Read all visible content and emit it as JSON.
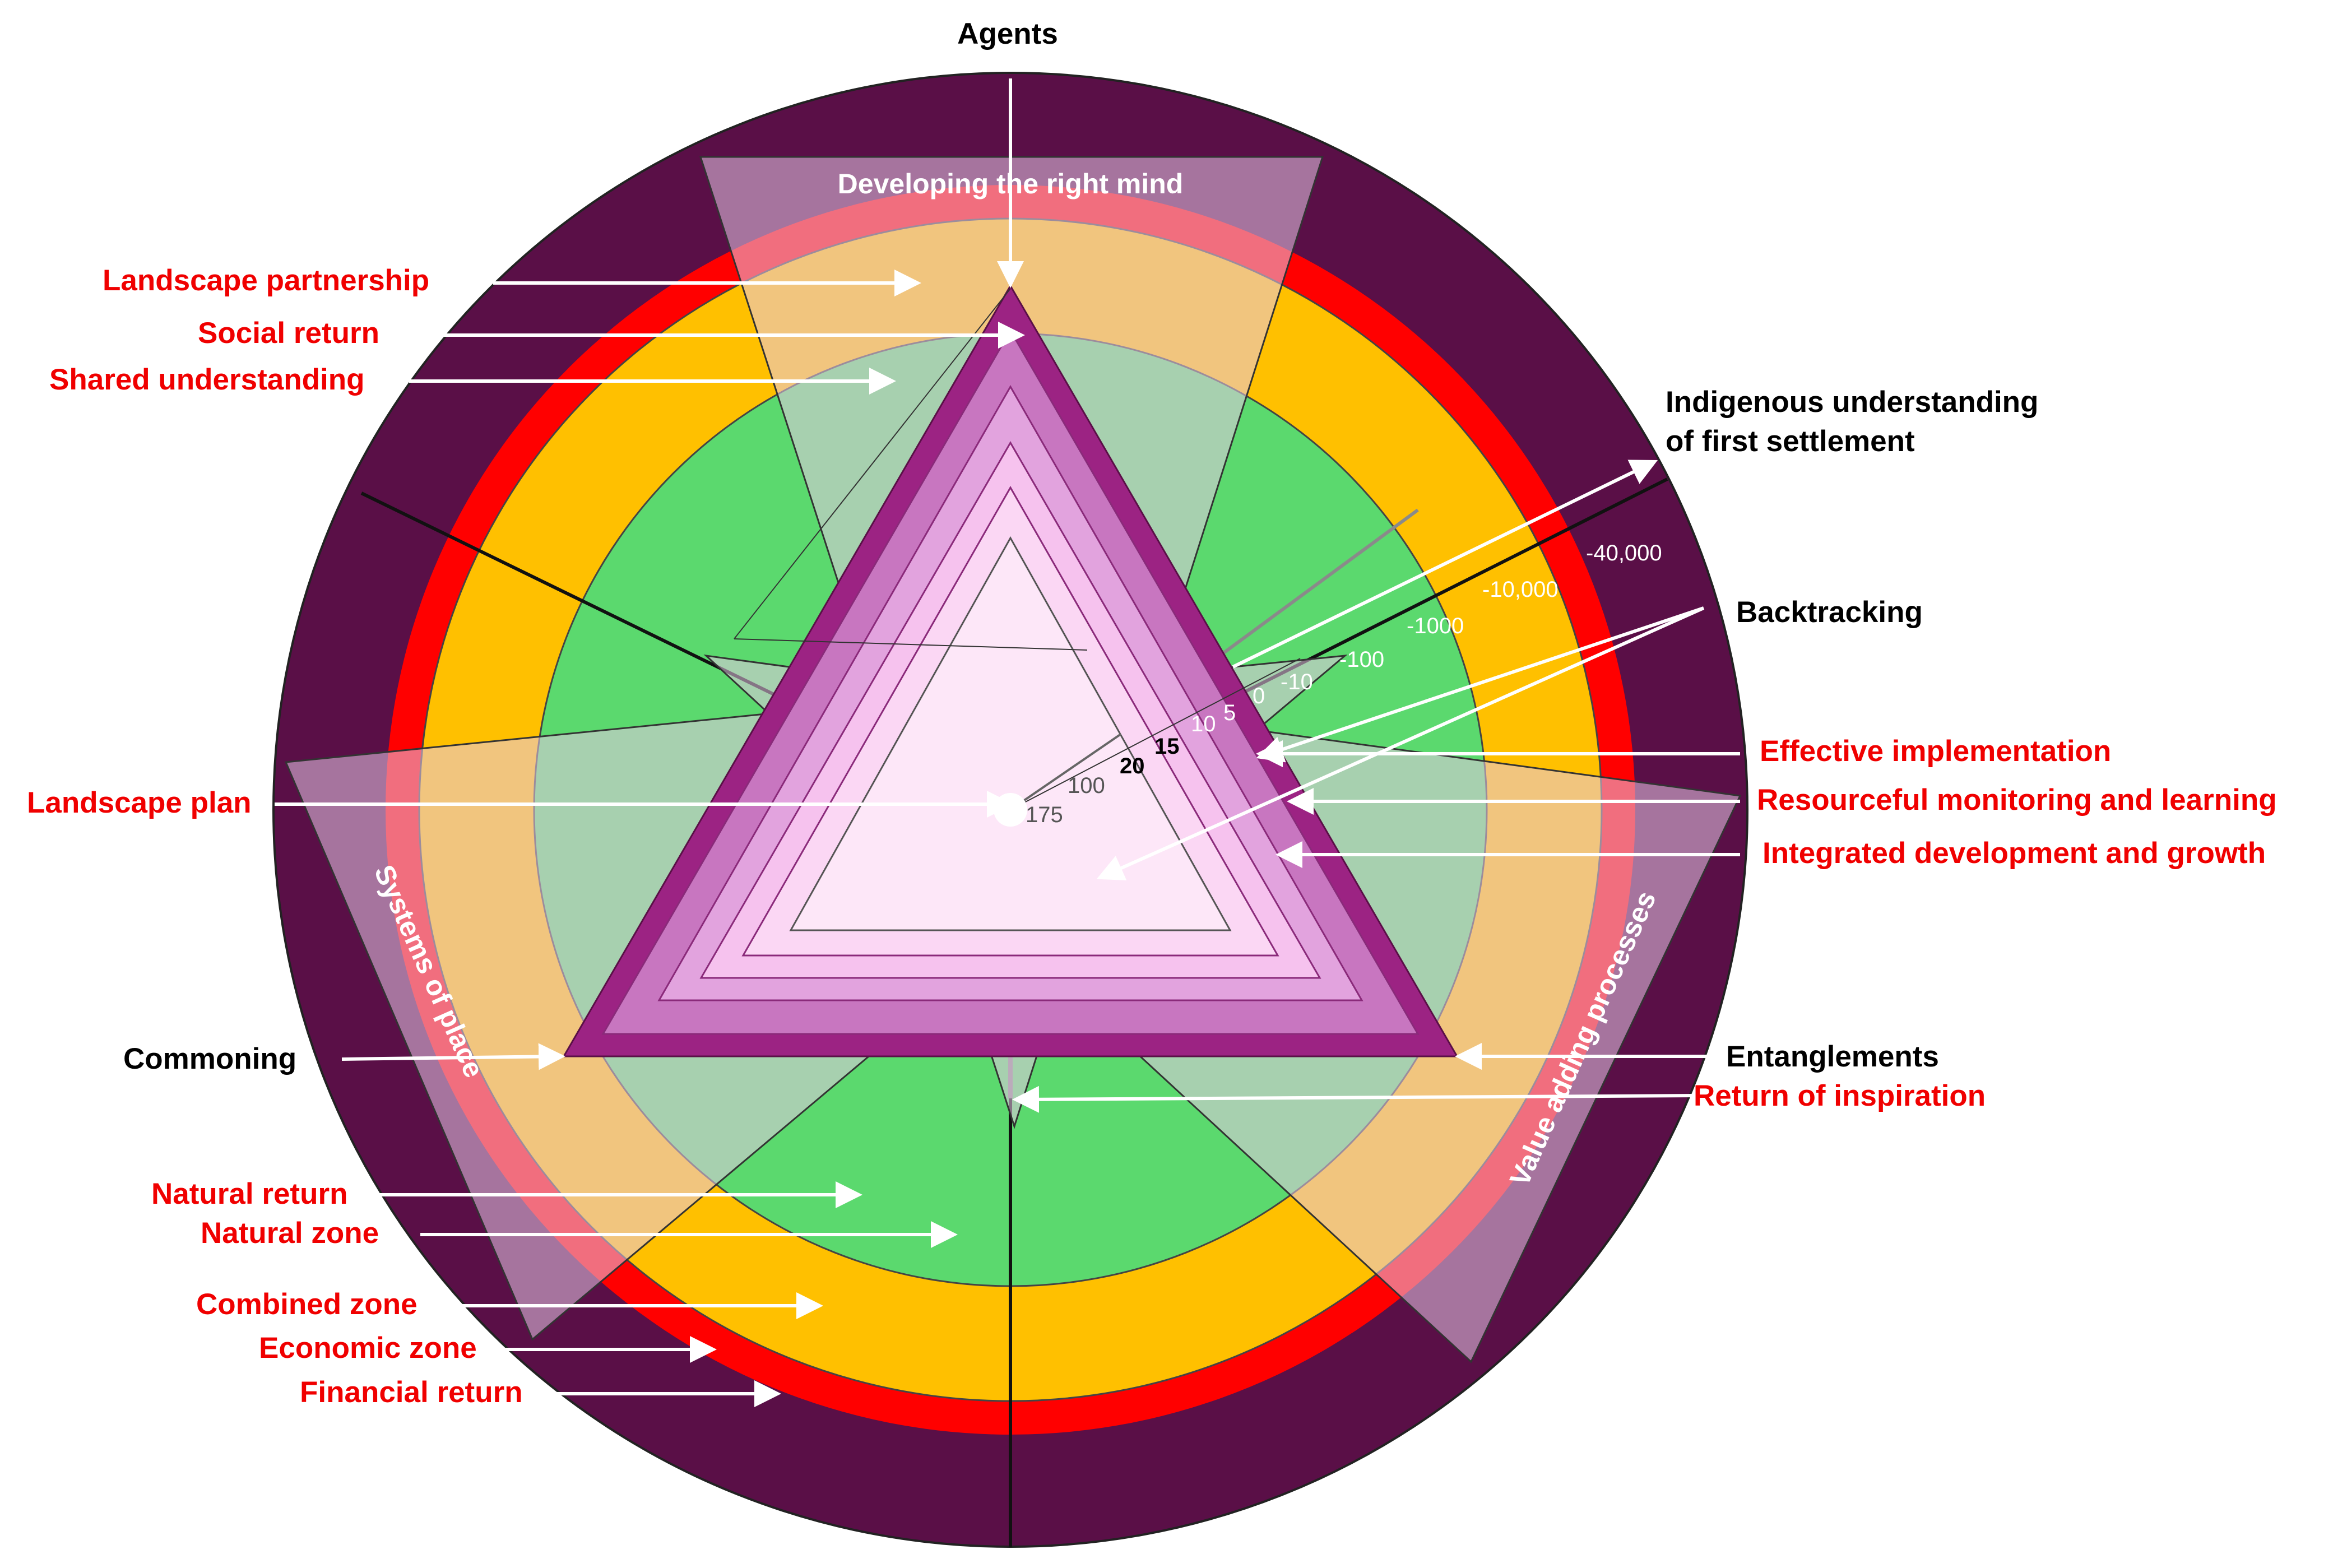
{
  "colors": {
    "outer_ring": "#5a0f47",
    "financial_ring": "#ff0000",
    "economic_ring": "#ffc000",
    "combined_zone": "#ffc000",
    "natural_zone": "#5bd96e",
    "overlay_triangle": "#d7b8d8",
    "arrow": "#ffffff",
    "red_label": "#f00000",
    "black_label": "#000000"
  },
  "black_labels": {
    "agents": "Agents",
    "indigenous_line1": "Indigenous understanding",
    "indigenous_line2": "of first settlement",
    "backtracking": "Backtracking",
    "commoning": "Commoning",
    "entanglements": "Entanglements"
  },
  "red_labels": {
    "landscape_partnership": "Landscape partnership",
    "social_return": "Social return",
    "shared_understanding": "Shared understanding",
    "landscape_plan": "Landscape plan",
    "natural_return": "Natural return",
    "natural_zone": "Natural zone",
    "combined_zone": "Combined zone",
    "economic_zone": "Economic zone",
    "financial_return": "Financial return",
    "effective_implementation": "Effective implementation",
    "resourceful_monitoring": "Resourceful monitoring and learning",
    "integrated_development": "Integrated development and growth",
    "return_of_inspiration": "Return of inspiration"
  },
  "band_labels": {
    "developing_right_mind": "Developing the right mind",
    "systems_of_place": "Systems of place",
    "value_adding_processes": "Value adding processes"
  },
  "time_scale": {
    "neg_40000": "-40,000",
    "neg_10000": "-10,000",
    "neg_1000": "-1000",
    "neg_100": "-100",
    "neg_10": "-10",
    "zero": "0",
    "five": "5",
    "ten": "10",
    "fifteen": "15",
    "twenty": "20",
    "hundred": "100",
    "one_seventy_five": "175"
  }
}
